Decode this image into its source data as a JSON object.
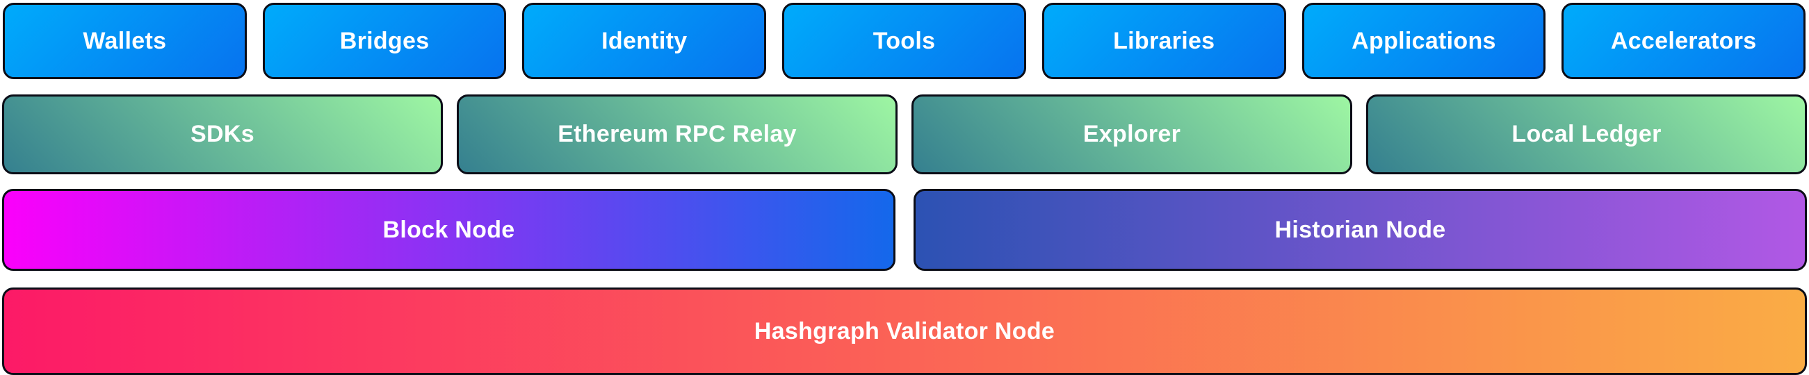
{
  "diagram": {
    "description": "Network architecture stack diagram",
    "border_color": "#0b0d17",
    "text_color": "#ffffff",
    "background_color": "#ffffff",
    "rows": [
      {
        "name": "ecosystem-layer",
        "items": [
          {
            "label": "Wallets",
            "gradient": {
              "angle": "135deg",
              "from": "#00abfb",
              "to": "#0773ef"
            }
          },
          {
            "label": "Bridges",
            "gradient": {
              "angle": "135deg",
              "from": "#00abfb",
              "to": "#0773ef"
            }
          },
          {
            "label": "Identity",
            "gradient": {
              "angle": "135deg",
              "from": "#00abfb",
              "to": "#0773ef"
            }
          },
          {
            "label": "Tools",
            "gradient": {
              "angle": "135deg",
              "from": "#00abfb",
              "to": "#0773ef"
            }
          },
          {
            "label": "Libraries",
            "gradient": {
              "angle": "135deg",
              "from": "#00abfb",
              "to": "#0773ef"
            }
          },
          {
            "label": "Applications",
            "gradient": {
              "angle": "135deg",
              "from": "#00abfb",
              "to": "#0773ef"
            }
          },
          {
            "label": "Accelerators",
            "gradient": {
              "angle": "135deg",
              "from": "#00abfb",
              "to": "#0773ef"
            }
          }
        ]
      },
      {
        "name": "tooling-layer",
        "items": [
          {
            "label": "SDKs",
            "gradient": {
              "angle": "45deg",
              "from": "#35808f",
              "to": "#9ef6a3"
            }
          },
          {
            "label": "Ethereum RPC Relay",
            "gradient": {
              "angle": "45deg",
              "from": "#35808f",
              "to": "#9ef6a3"
            }
          },
          {
            "label": "Explorer",
            "gradient": {
              "angle": "45deg",
              "from": "#35808f",
              "to": "#9ef6a3"
            }
          },
          {
            "label": "Local Ledger",
            "gradient": {
              "angle": "45deg",
              "from": "#35808f",
              "to": "#9ef6a3"
            }
          }
        ]
      },
      {
        "name": "node-layer",
        "items": [
          {
            "label": "Block Node",
            "gradient": {
              "angle": "90deg",
              "from": "#fb00fb",
              "to": "#1468eb"
            }
          },
          {
            "label": "Historian Node",
            "gradient": {
              "angle": "90deg",
              "from": "#2c52b3",
              "to": "#b158e5"
            }
          }
        ]
      },
      {
        "name": "consensus-layer",
        "items": [
          {
            "label": "Hashgraph Validator Node",
            "gradient": {
              "angle": "90deg",
              "from": "#fc1a67",
              "to": "#faac45"
            }
          }
        ]
      }
    ]
  }
}
